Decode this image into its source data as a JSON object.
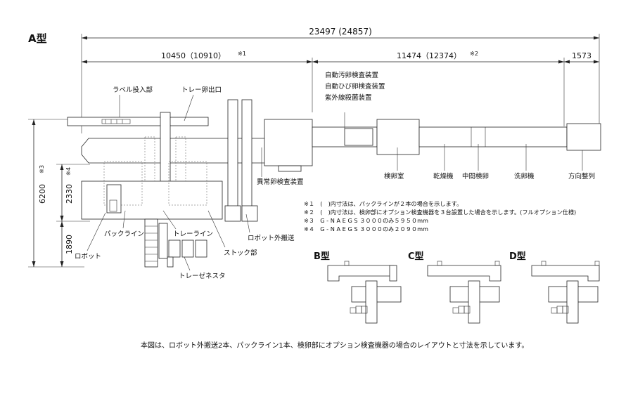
{
  "title": "A型",
  "dimensions": {
    "total": "23497 (24857)",
    "left": "10450（10910）",
    "left_note": "※1",
    "mid": "11474（12374）",
    "mid_note": "※2",
    "right": "1573",
    "height_total": "6200",
    "height_total_note": "※3",
    "height_upper": "2330",
    "height_upper_note": "※4",
    "height_lower": "1890"
  },
  "labels": {
    "label_feed": "ラベル投入部",
    "tray_egg_out": "トレー卵出口",
    "inspect_dirty": "自動汚卵検査装置",
    "inspect_crack": "自動ひび卵検査装置",
    "uv_sterilize": "紫外線殺菌装置",
    "abnormal_inspect": "異常卵検査装置",
    "candling_room": "検卵室",
    "dryer": "乾燥機",
    "mid_candling": "中間検卵",
    "washer": "洗卵機",
    "orientation": "方向整列",
    "pack_line": "パックライン",
    "tray_line": "トレーライン",
    "robot": "ロボット",
    "stock": "ストック部",
    "robot_out": "ロボット外搬送",
    "tray_nester": "トレーゼネスタ"
  },
  "notes": [
    "※１　(　)内寸法は、パックラインが２本の場合を示します。",
    "※２　(　)内寸法は、検卵部にオプション検査機器を３台設置した場合を示します。(フルオプション仕様)",
    "※３　G - N A E G S ３０００のみ５９５０mm",
    "※４　G - N A E G S ３０００のみ２０９０mm"
  ],
  "variants": [
    "B型",
    "C型",
    "D型"
  ],
  "footer": "本図は、ロボット外搬送2本、パックライン1本、検卵部にオプション検査機器の場合のレイアウトと寸法を示しています。",
  "icons": {
    "arrowhead": "arrowhead-icon"
  }
}
